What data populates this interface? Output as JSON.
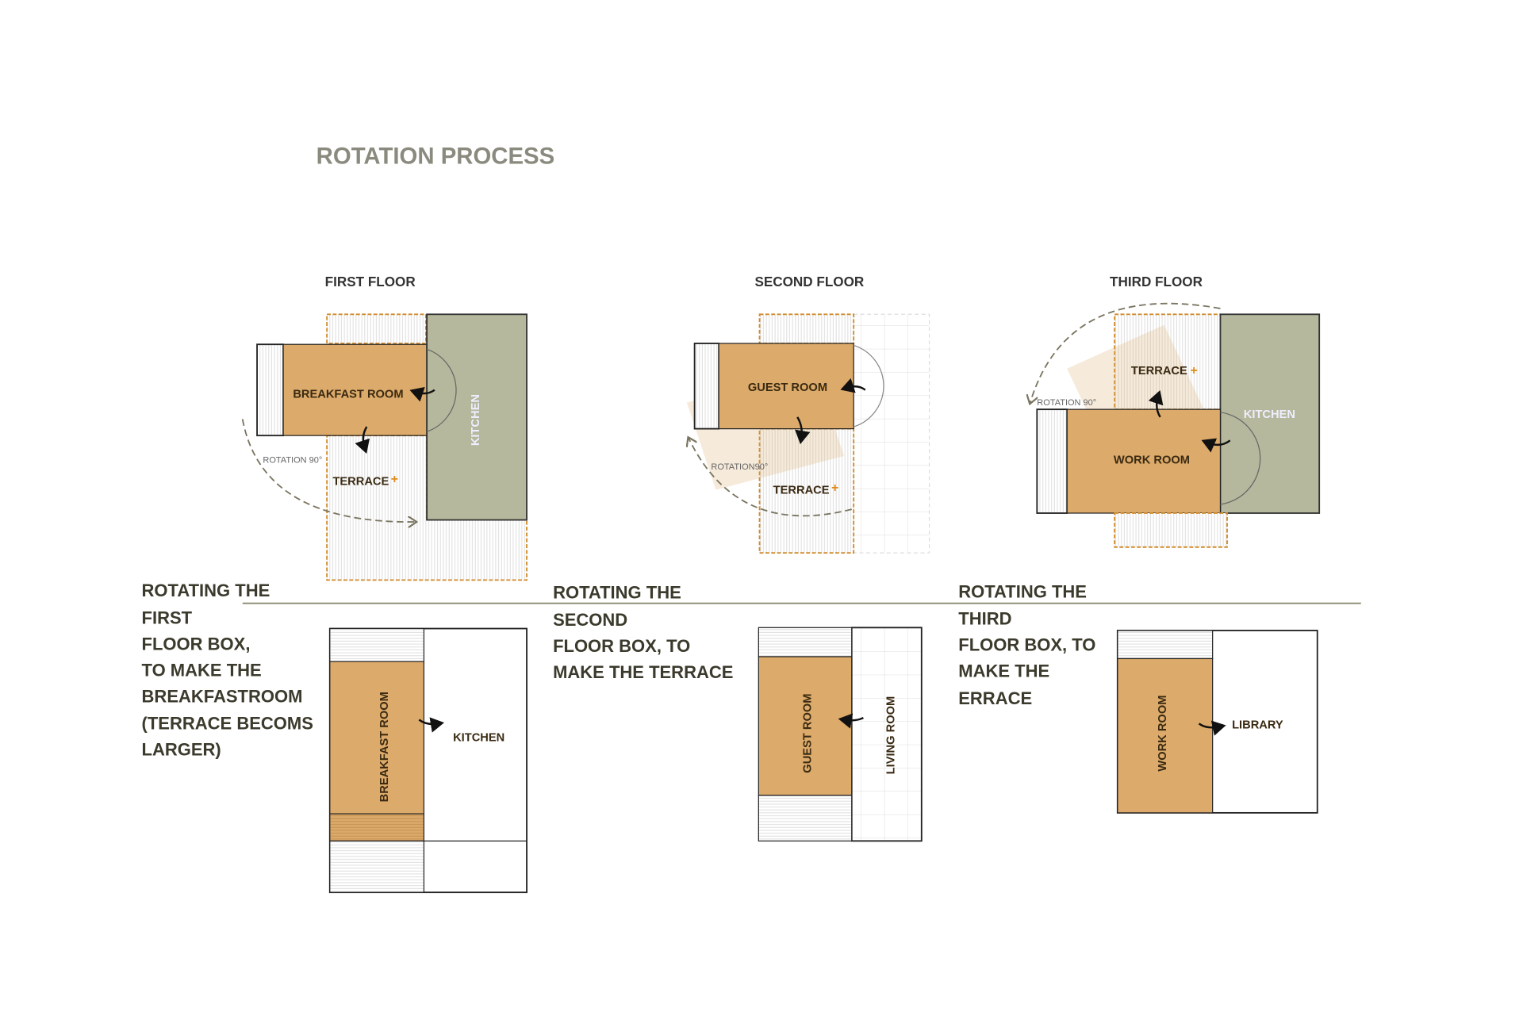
{
  "title": "ROTATION PROCESS",
  "colors": {
    "room": "#dcaa6a",
    "kitchen": "#b5b89c",
    "dashed_border": "#d08a2a",
    "title": "#8a8a7e",
    "plus": "#e08a1a"
  },
  "floors": [
    {
      "heading": "FIRST FLOOR",
      "rooms": {
        "main": "BREAKFAST ROOM",
        "side": "KITCHEN",
        "terrace": "TERRACE",
        "plus": "+",
        "rotation": "ROTATION 90°"
      }
    },
    {
      "heading": "SECOND  FLOOR",
      "rooms": {
        "main": "GUEST ROOM",
        "terrace": "TERRACE",
        "plus": "+",
        "rotation": "ROTATION90°"
      }
    },
    {
      "heading": "THIRD FLOOR",
      "rooms": {
        "main": "WORK ROOM",
        "side": "KITCHEN",
        "terrace": "TERRACE",
        "plus": "+",
        "rotation": "ROTATION 90°"
      }
    }
  ],
  "captions": [
    [
      "ROTATING THE",
      "FIRST",
      "FLOOR BOX,",
      "TO MAKE THE",
      "BREAKFASTROOM",
      "(TERRACE BECOMS",
      "LARGER)"
    ],
    [
      "ROTATING THE",
      "SECOND",
      "FLOOR BOX, TO",
      "MAKE THE TERRACE"
    ],
    [
      "ROTATING THE",
      "THIRD",
      "FLOOR BOX, TO",
      "MAKE THE",
      "ERRACE"
    ]
  ],
  "results": [
    {
      "main": "BREAKFAST ROOM",
      "side": "KITCHEN"
    },
    {
      "main": "GUEST ROOM",
      "side": "LIVING ROOM"
    },
    {
      "main": "WORK ROOM",
      "side": "LIBRARY"
    }
  ]
}
